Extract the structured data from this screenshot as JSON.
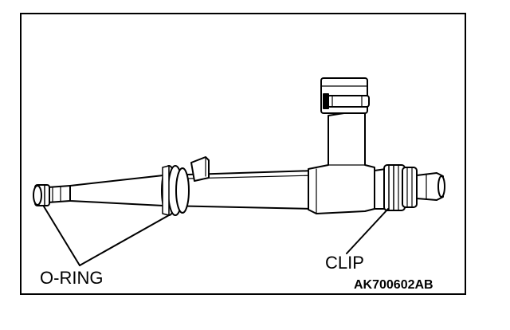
{
  "figure": {
    "labels": {
      "oring": "O-RING",
      "clip": "CLIP",
      "code": "AK700602AB"
    },
    "colors": {
      "line": "#000000",
      "fill": "#ffffff"
    }
  }
}
